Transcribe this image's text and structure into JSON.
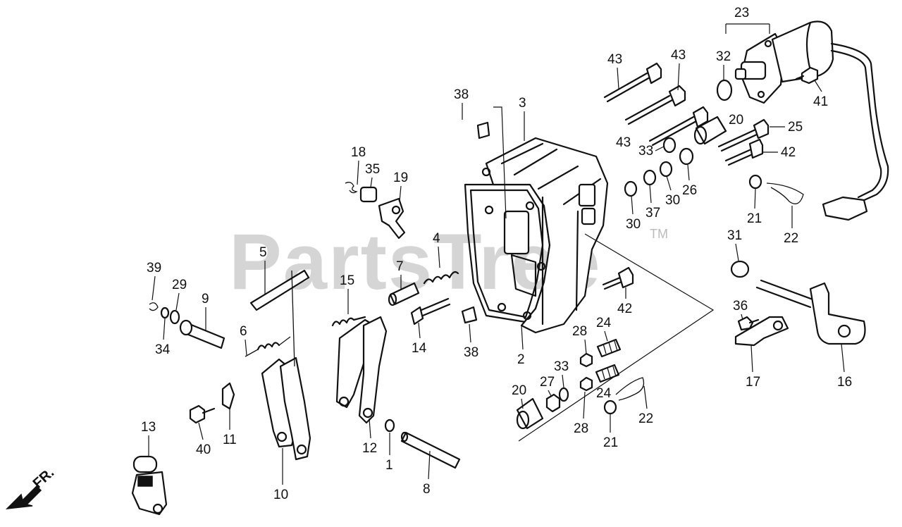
{
  "watermark": {
    "text": "PartsTree",
    "trademark": "TM"
  },
  "direction": {
    "label": "FR."
  },
  "callouts": [
    "1",
    "2",
    "3",
    "4",
    "5",
    "6",
    "7",
    "8",
    "9",
    "10",
    "11",
    "12",
    "13",
    "14",
    "15",
    "16",
    "17",
    "18",
    "19",
    "20",
    "20",
    "21",
    "21",
    "22",
    "22",
    "23",
    "24",
    "24",
    "25",
    "26",
    "27",
    "28",
    "28",
    "29",
    "30",
    "30",
    "31",
    "32",
    "33",
    "33",
    "34",
    "35",
    "36",
    "37",
    "38",
    "38",
    "39",
    "40",
    "41",
    "42",
    "42",
    "43",
    "43",
    "43"
  ]
}
